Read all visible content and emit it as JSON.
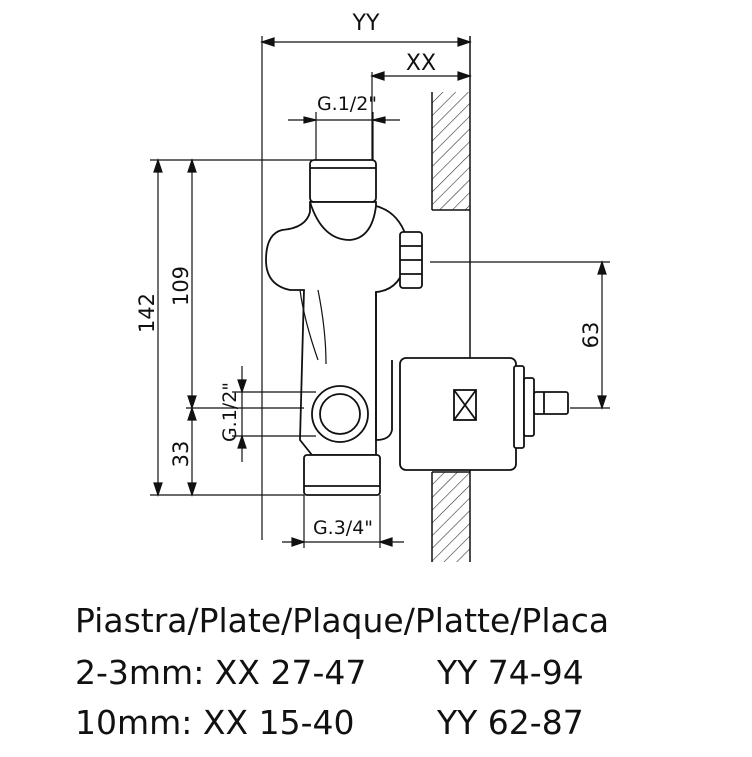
{
  "dimensions": {
    "yy": "YY",
    "xx": "XX",
    "top_thread": "G.1/2\"",
    "side_thread": "G.1/2\"",
    "bottom_thread": "G.3/4\"",
    "d142": "142",
    "d109": "109",
    "d33": "33",
    "d63": "63"
  },
  "caption": {
    "title": "Piastra/Plate/Plaque/Platte/Placa",
    "row1": {
      "left": "2-3mm: XX 27-47",
      "right": "YY 74-94"
    },
    "row2": {
      "left": "10mm: XX 15-40",
      "right": "YY 62-87"
    }
  }
}
